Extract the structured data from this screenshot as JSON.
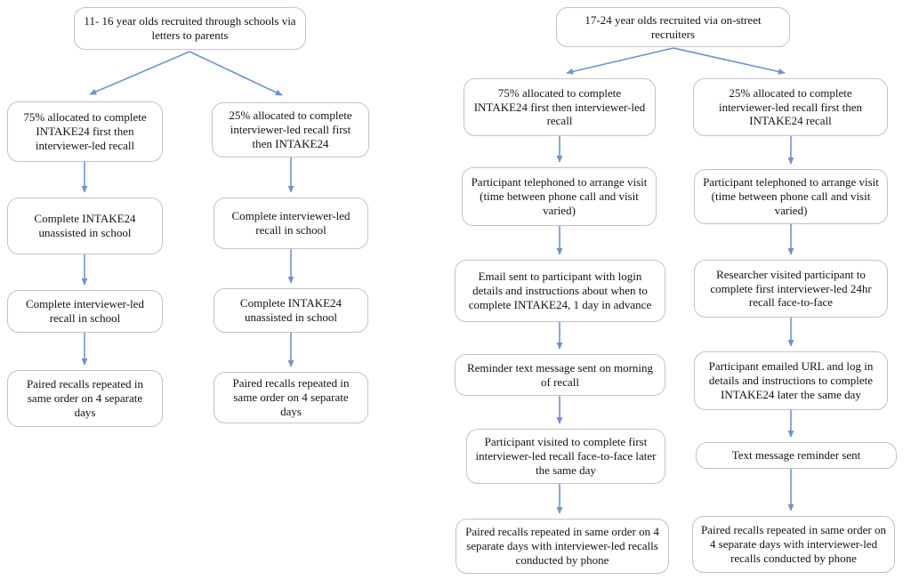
{
  "colors": {
    "arrow": "#6c92d4",
    "box_border": "#c3c3c3",
    "text": "#131313",
    "background": "#ffffff"
  },
  "diagram_type": "flowchart",
  "flowchart_left": {
    "root": "11- 16 year olds recruited through schools via letters to parents",
    "branch_75": {
      "label": "75% allocated to complete INTAKE24 first then interviewer-led recall",
      "steps": [
        "Complete INTAKE24 unassisted in school",
        "Complete interviewer-led recall in school",
        "Paired recalls repeated in same order on 4 separate days"
      ]
    },
    "branch_25": {
      "label": "25% allocated to complete interviewer-led recall first then INTAKE24",
      "steps": [
        "Complete interviewer-led recall in school",
        "Complete INTAKE24 unassisted in school",
        "Paired recalls repeated in same order on 4 separate days"
      ]
    }
  },
  "flowchart_right": {
    "root": "17-24 year olds recruited via on-street recruiters",
    "branch_75": {
      "label": "75% allocated to complete INTAKE24 first then interviewer-led recall",
      "steps": [
        "Participant telephoned to arrange visit (time between phone call and visit varied)",
        "Email sent to participant with login details and instructions about when to complete INTAKE24, 1 day in advance",
        "Reminder text message sent on morning of recall",
        "Participant visited to complete first interviewer-led recall face-to-face later the same day",
        "Paired recalls repeated in same order on 4 separate days with interviewer-led recalls conducted by phone"
      ]
    },
    "branch_25": {
      "label": "25% allocated to complete interviewer-led recall first then INTAKE24 recall",
      "steps": [
        "Participant telephoned to arrange visit (time between phone call and visit varied)",
        "Researcher visited participant to complete first interviewer-led 24hr recall face-to-face",
        "Participant emailed URL and log in details and instructions to complete INTAKE24 later the same day",
        "Text message reminder sent",
        "Paired recalls repeated in same order on 4 separate days with interviewer-led recalls conducted by phone"
      ]
    }
  }
}
